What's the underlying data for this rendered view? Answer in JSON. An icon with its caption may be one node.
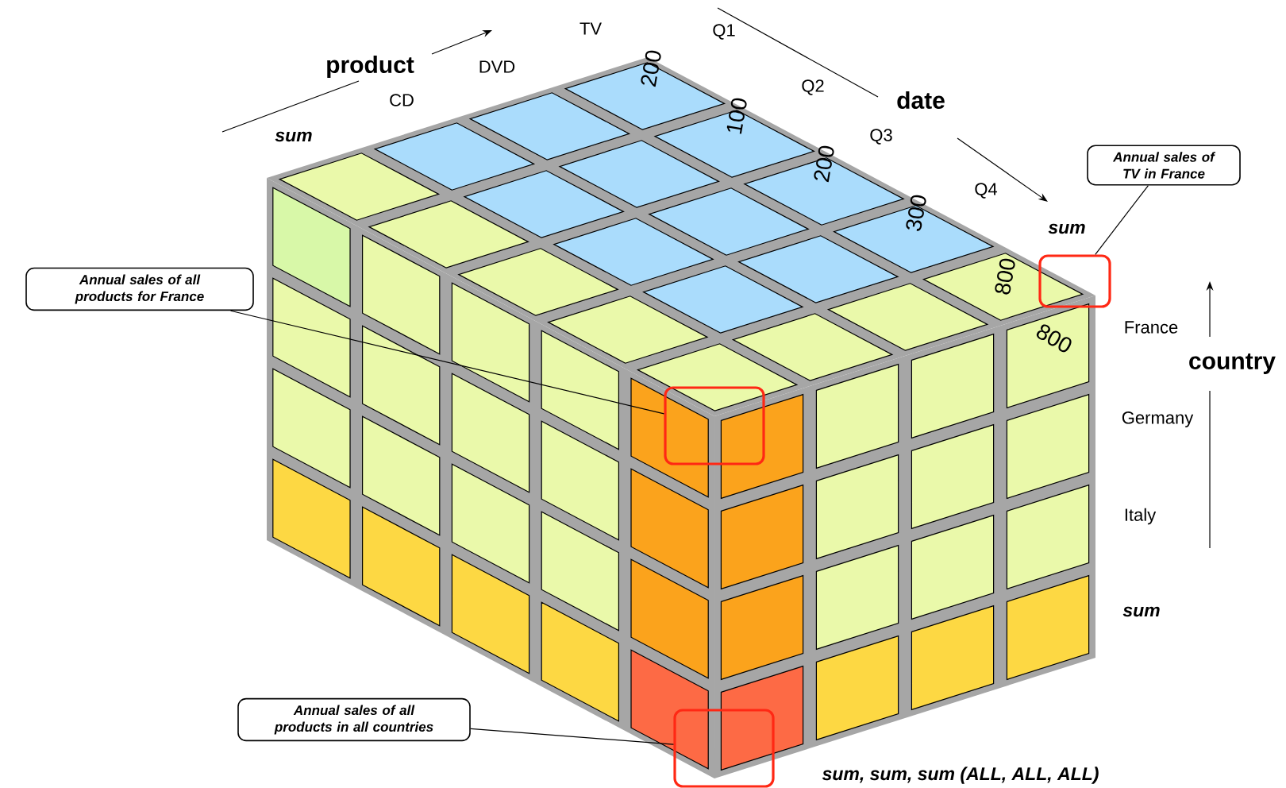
{
  "diagram": {
    "nodes": [
      {
        "text": [
          "Annual sales of all products for France"
        ]
      },
      {
        "text": [],
        "shape": "box"
      },
      {
        "text": [
          "Annual sales of TV in France"
        ]
      },
      {
        "text": [],
        "shape": "box"
      },
      {
        "text": [
          "Annual sales of all products in all countries"
        ]
      },
      {
        "text": [],
        "shape": "box"
      }
    ],
    "edges": [
      {
        "from": 0,
        "to": 1,
        "arrow": "none"
      },
      {
        "from": 2,
        "to": 3,
        "arrow": "none"
      },
      {
        "from": 4,
        "to": 5,
        "arrow": "none"
      }
    ],
    "labels": [
      "TV",
      "Q1",
      "product",
      "DVD",
      "date",
      "CD",
      "sum",
      "Q2",
      "Q3",
      "Q4",
      "sum",
      "France",
      "country",
      "Germany",
      "Italy",
      "sum",
      "200",
      "100",
      "200",
      "300",
      "800",
      "800",
      "sum, sum, sum (ALL, ALL, ALL)"
    ]
  }
}
